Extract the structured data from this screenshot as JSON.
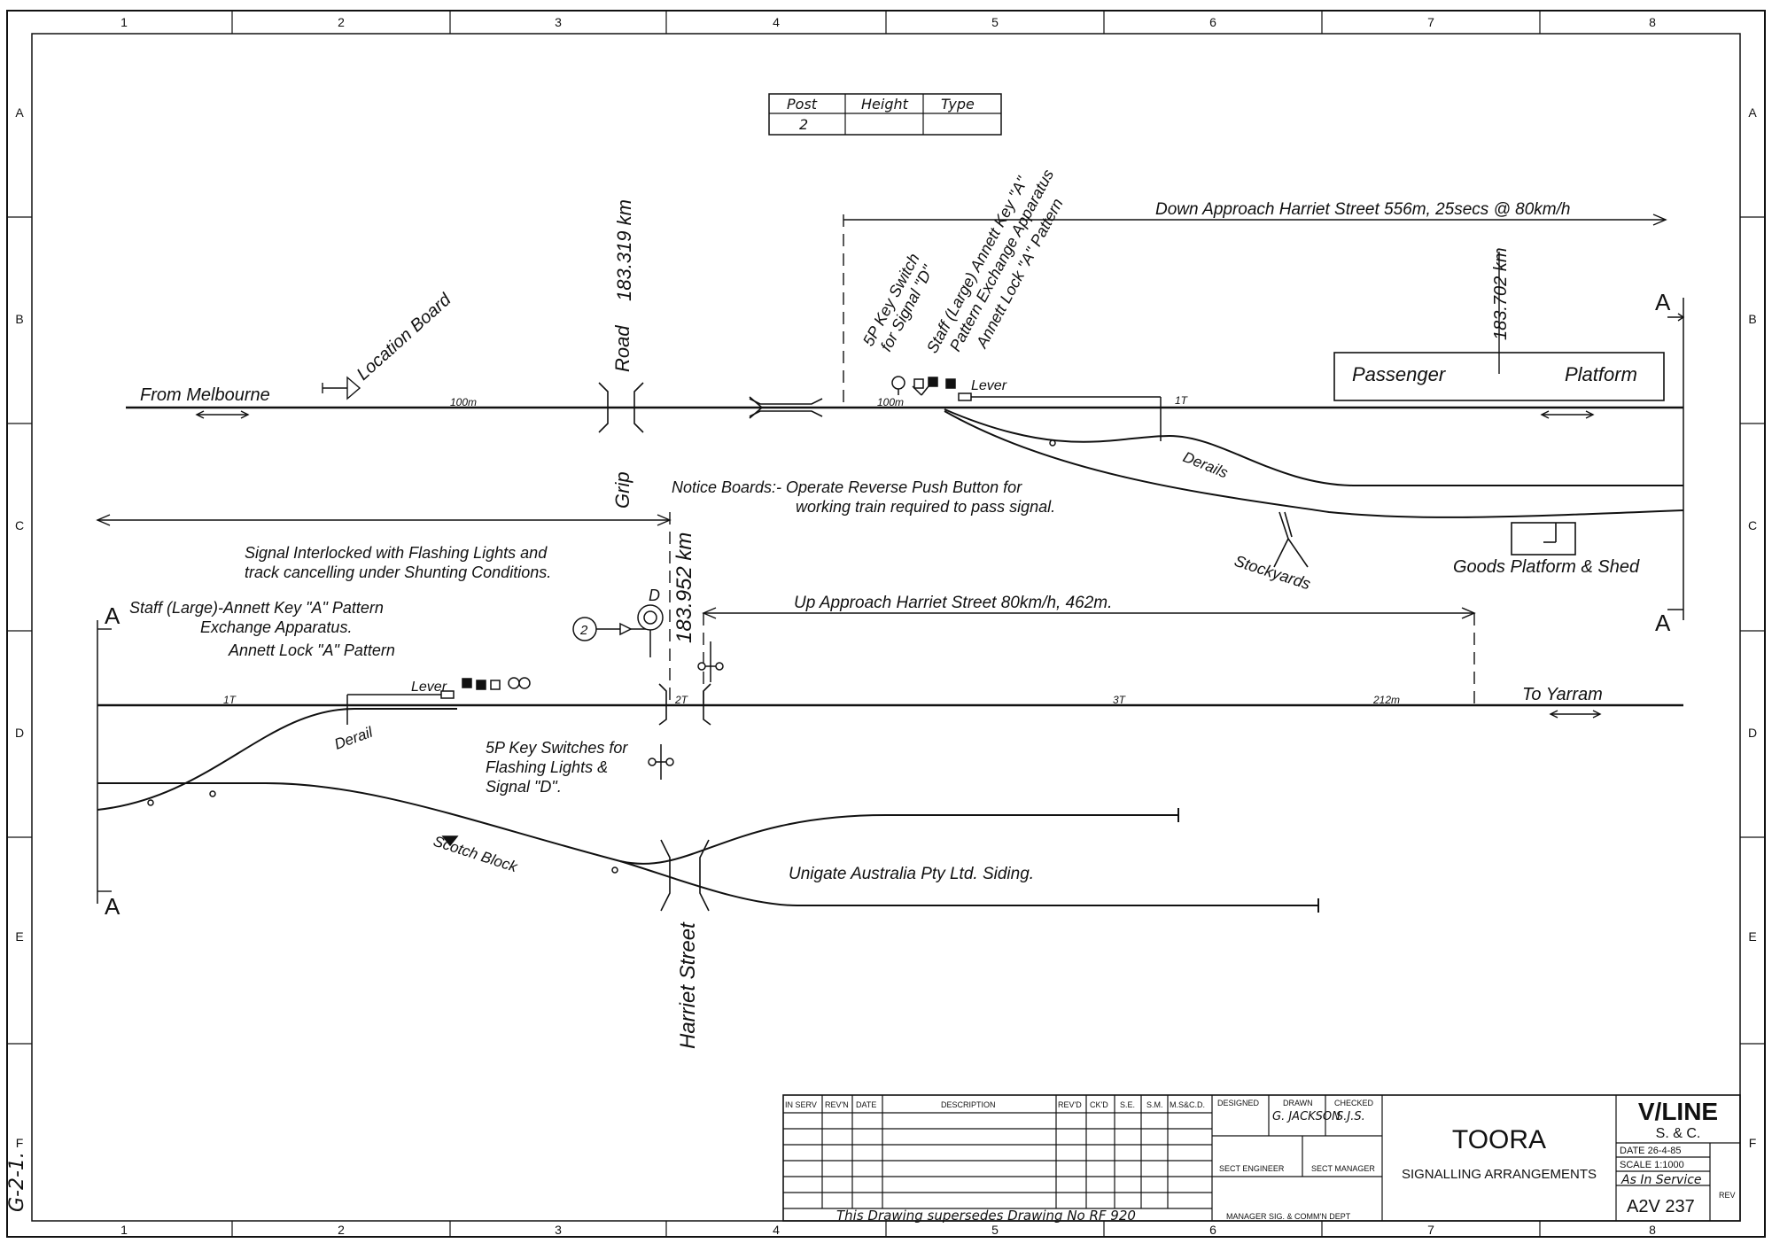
{
  "frame": {
    "cols": [
      "1",
      "2",
      "3",
      "4",
      "5",
      "6",
      "7",
      "8"
    ],
    "rows": [
      "A",
      "B",
      "C",
      "D",
      "E",
      "F"
    ],
    "margin_note": "G-2-1."
  },
  "post_table": {
    "headers": [
      "Post",
      "Height",
      "Type"
    ],
    "rows": [
      [
        "2",
        "",
        ""
      ]
    ]
  },
  "labels": {
    "location_board": "Location Board",
    "road": "Road",
    "km_183319": "183.319 km",
    "km_183702": "183.702 km",
    "km_183952": "183.952 km",
    "grip": "Grip",
    "harriet_street": "Harriet Street",
    "from_melbourne": "From Melbourne",
    "to_yarram": "To Yarram",
    "down_approach": "Down Approach Harriet Street  556m, 25secs @ 80km/h",
    "up_approach": "Up Approach Harriet Street  80km/h, 462m.",
    "passenger": "Passenger",
    "platform": "Platform",
    "goods_platform": "Goods Platform & Shed",
    "stockyards": "Stockyards",
    "derails": "Derails",
    "derail": "Derail",
    "scotch_block": "Scotch Block",
    "unigate": "Unigate Australia Pty Ltd. Siding.",
    "notice_1": "Notice Boards:- Operate Reverse Push Button for",
    "notice_2": "working train required to pass signal.",
    "sig_interlock_1": "Signal Interlocked with Flashing Lights and",
    "sig_interlock_2": "track cancelling under Shunting Conditions.",
    "staff_left_1": "Staff (Large)-Annett Key \"A\" Pattern",
    "staff_left_2": "Exchange Apparatus.",
    "annett_left": "Annett Lock \"A\" Pattern",
    "keysw_left_1": "5P Key Switches for",
    "keysw_left_2": "Flashing Lights &",
    "keysw_left_3": "Signal \"D\".",
    "keysw_right_1": "5P Key Switch",
    "keysw_right_2": "for Signal \"D\"",
    "staff_right_1": "Staff (Large) Annett Key \"A\"",
    "staff_right_2": "Pattern Exchange Apparatus",
    "annett_right": "Annett Lock \"A\" Pattern",
    "lever": "Lever",
    "m100": "100m",
    "m212": "212m",
    "t1": "1T",
    "t2": "2T",
    "t3": "3T",
    "sig_d": "D",
    "post_num": "2",
    "section_a": "A"
  },
  "title_block": {
    "rev_headers": [
      "IN SERV",
      "REV'N",
      "DATE",
      "DESCRIPTION",
      "REV'D",
      "CK'D",
      "S.E.",
      "S.M.",
      "M.S&C.D."
    ],
    "supersedes": "This Drawing supersedes Drawing No RF 920",
    "designed": "DESIGNED",
    "drawn": "DRAWN",
    "checked": "CHECKED",
    "drawn_by": "G. JACKSON",
    "checked_by": "S.J.S.",
    "sect_engineer": "SECT ENGINEER",
    "sect_manager": "SECT MANAGER",
    "manager": "MANAGER SIG. & COMM'N DEPT",
    "title": "TOORA",
    "subtitle": "SIGNALLING  ARRANGEMENTS",
    "org": "V/LINE",
    "org_sub": "S. & C.",
    "date": "DATE 26-4-85",
    "scale": "SCALE 1:1000",
    "status": "As In Service",
    "drawing_no": "A2V 237",
    "rev": "REV"
  }
}
